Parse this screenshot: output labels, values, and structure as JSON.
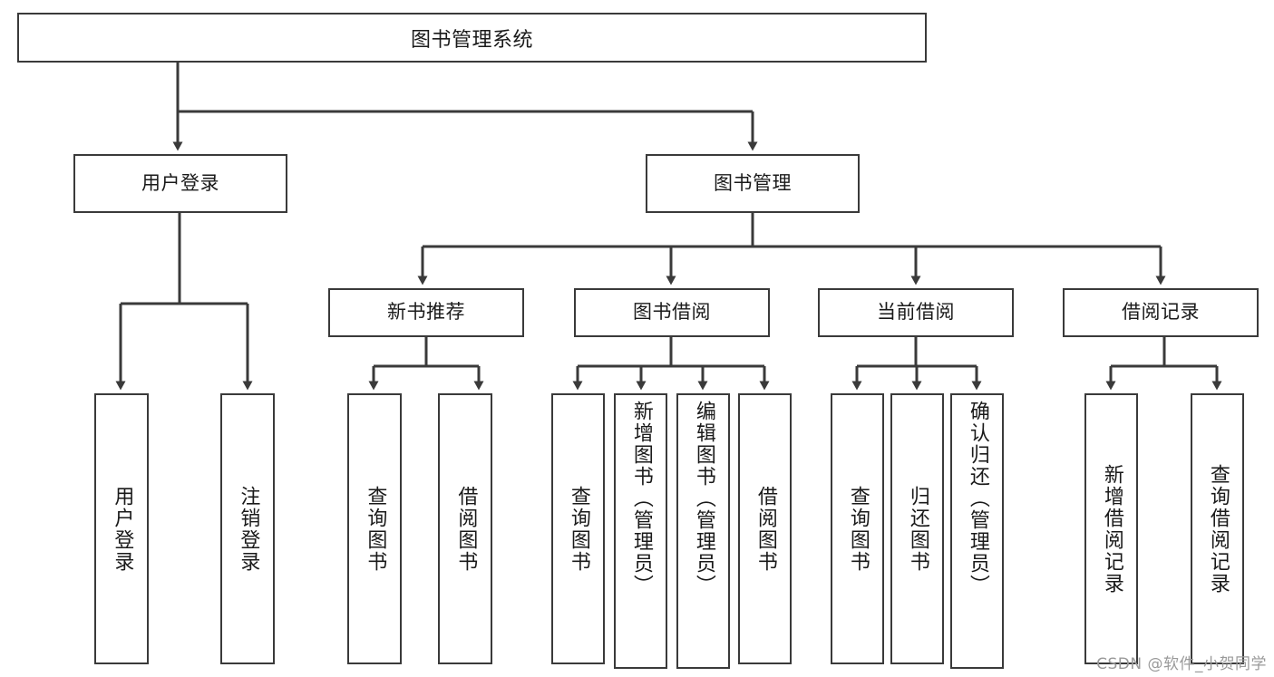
{
  "diagram": {
    "title": "图书管理系统",
    "root": {
      "label": "图书管理系统"
    },
    "level2": [
      {
        "label": "用户登录"
      },
      {
        "label": "图书管理"
      }
    ],
    "level3": [
      {
        "label": "新书推荐"
      },
      {
        "label": "图书借阅"
      },
      {
        "label": "当前借阅"
      },
      {
        "label": "借阅记录"
      }
    ],
    "leaves": {
      "user_login": [
        {
          "label": "用户登录"
        },
        {
          "label": "注销登录"
        }
      ],
      "new_book_recommend": [
        {
          "label": "查询图书"
        },
        {
          "label": "借阅图书"
        }
      ],
      "book_borrow": [
        {
          "label": "查询图书"
        },
        {
          "label": "新增图书（管理员）"
        },
        {
          "label": "编辑图书（管理员）"
        },
        {
          "label": "借阅图书"
        }
      ],
      "current_borrow": [
        {
          "label": "查询图书"
        },
        {
          "label": "归还图书"
        },
        {
          "label": "确认归还（管理员）"
        }
      ],
      "borrow_record": [
        {
          "label": "新增借阅记录"
        },
        {
          "label": "查询借阅记录"
        }
      ]
    }
  },
  "watermark": {
    "text": "CSDN @软件_小贺同学"
  },
  "colors": {
    "stroke": "#3a3a3a",
    "background": "#ffffff",
    "text": "#1a1a1a",
    "watermark": "#9a9a9a"
  }
}
